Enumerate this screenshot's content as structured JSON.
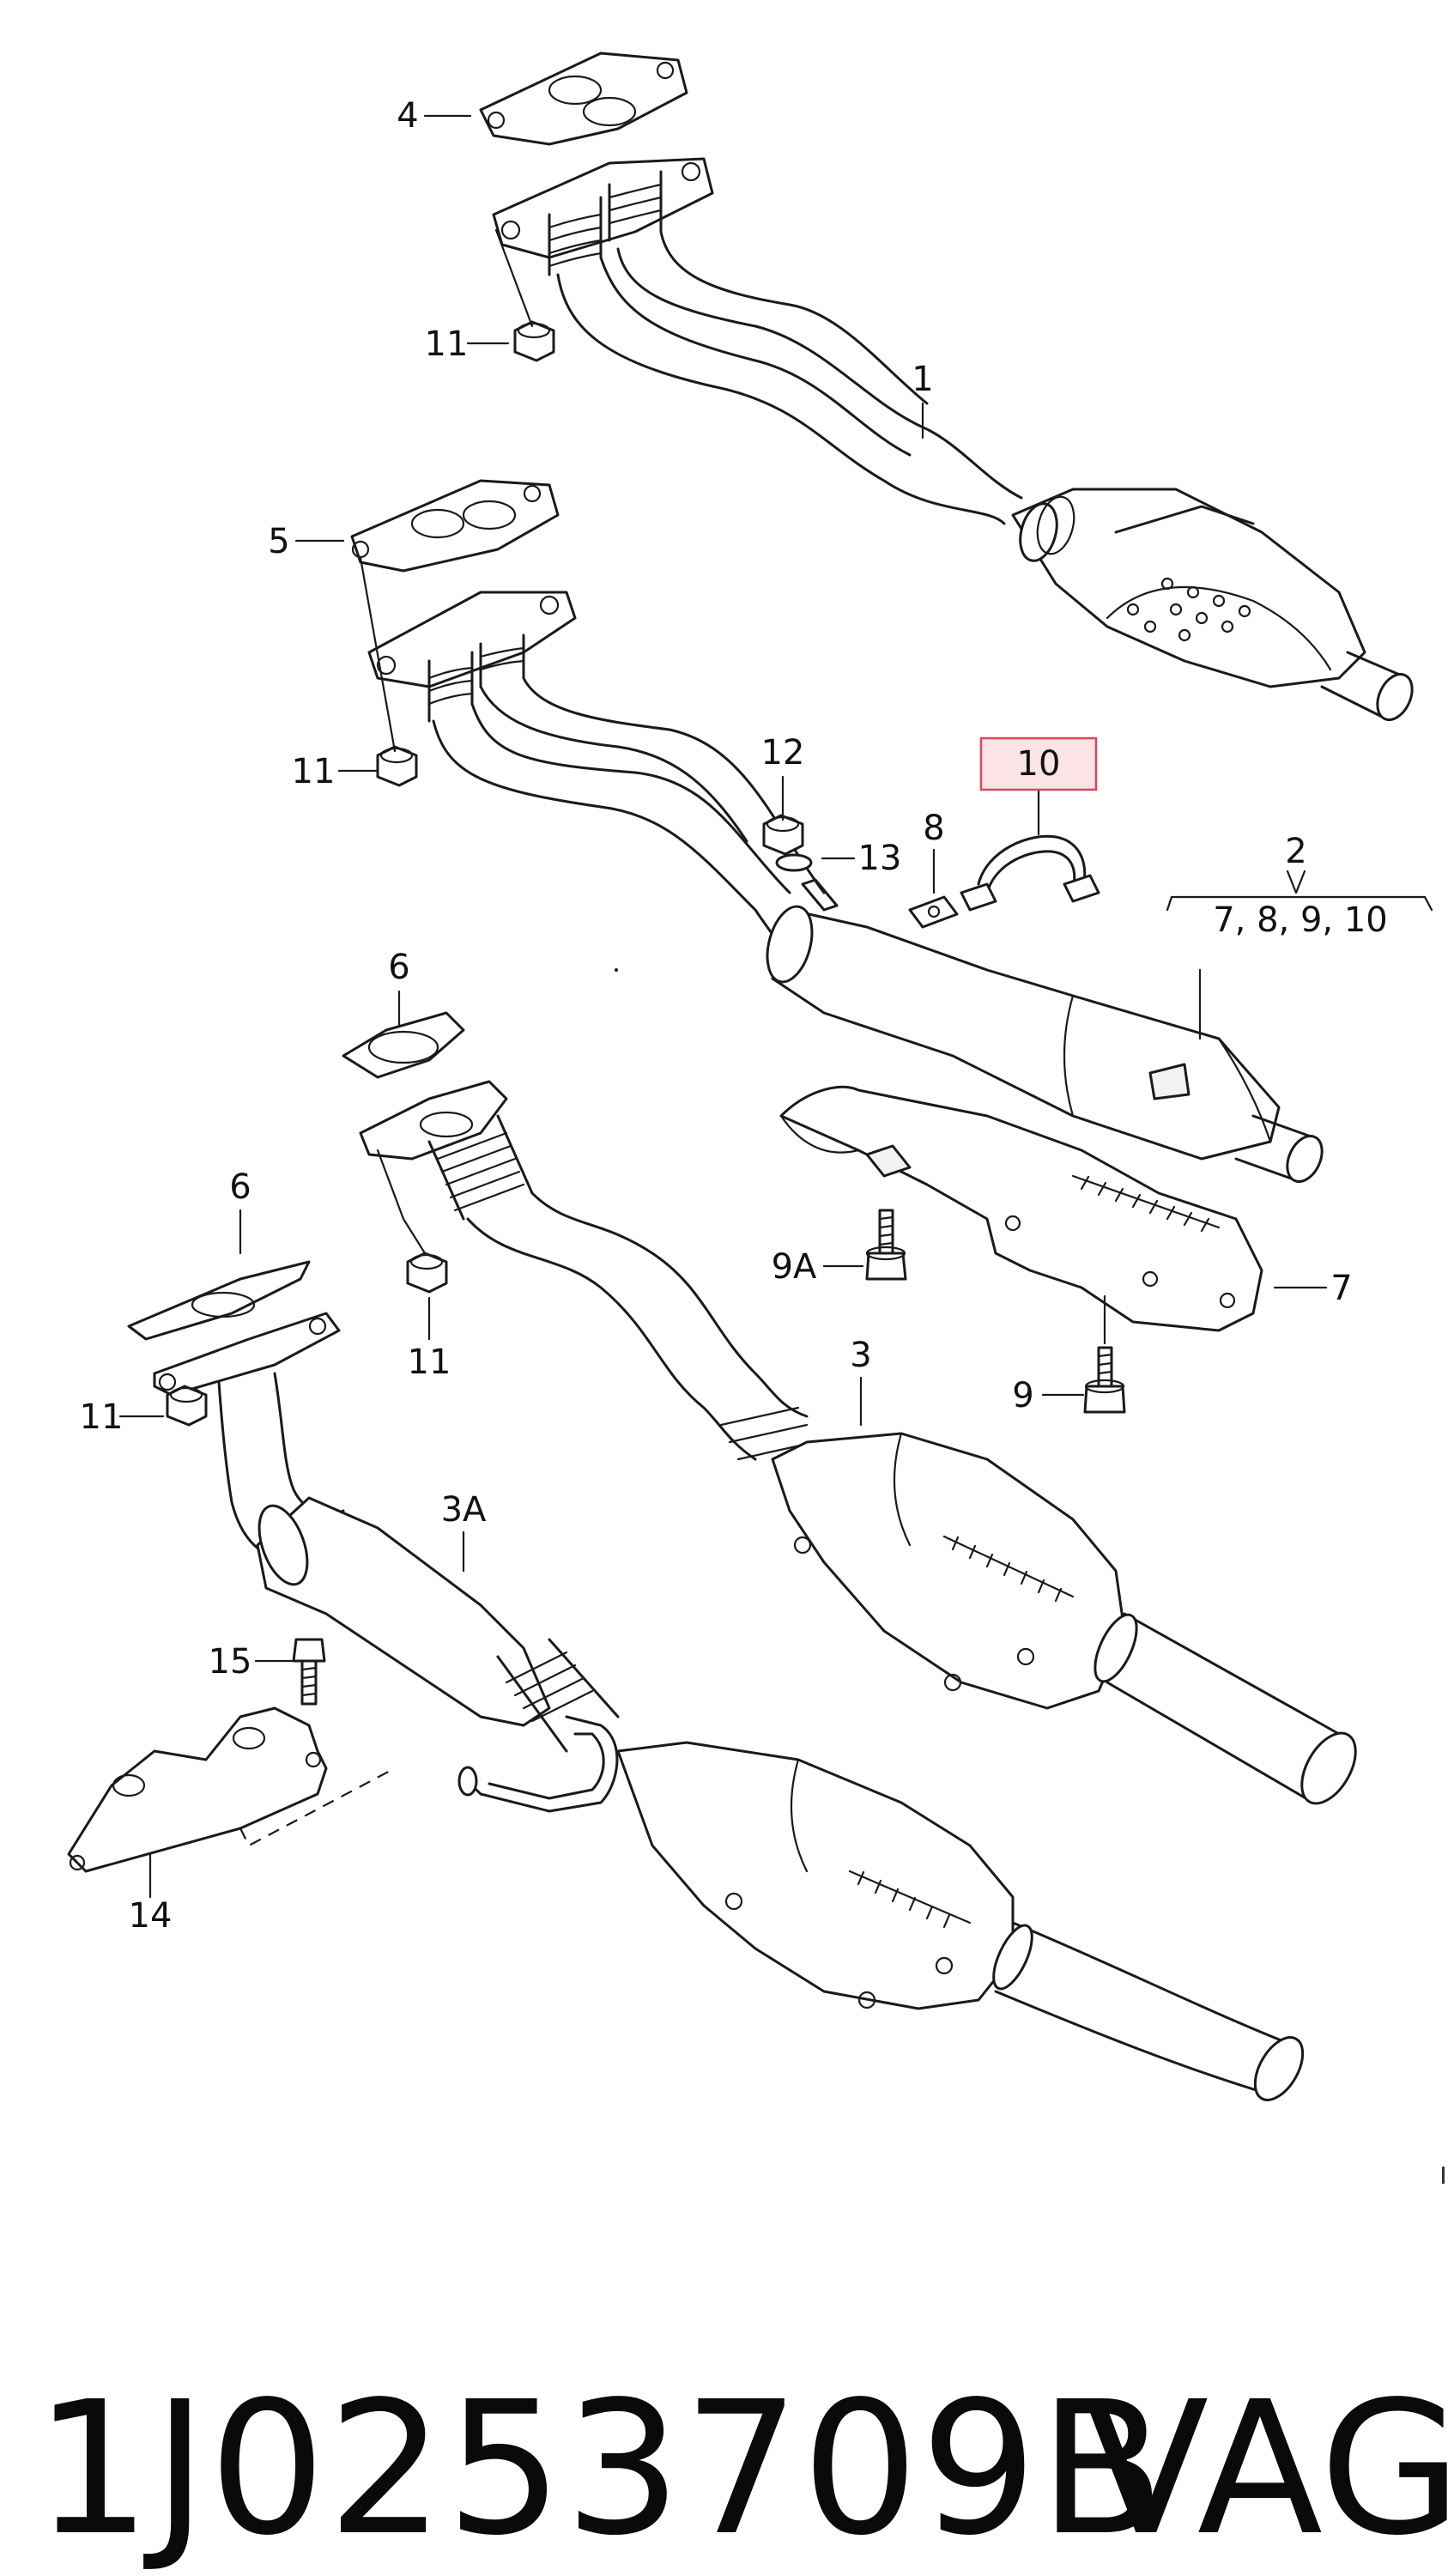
{
  "diagram": {
    "callouts": {
      "c1": "1",
      "c2": "2",
      "c2_sub": "7, 8, 9, 10",
      "c3": "3",
      "c3A": "3A",
      "c4": "4",
      "c5": "5",
      "c6a": "6",
      "c6b": "6",
      "c7": "7",
      "c8": "8",
      "c9": "9",
      "c9A": "9A",
      "c10": "10",
      "c11a": "11",
      "c11b": "11",
      "c11c": "11",
      "c11d": "11",
      "c12": "12",
      "c13": "13",
      "c14": "14",
      "c15": "15"
    },
    "highlighted_callout": "10",
    "highlight_color": "#d9475a"
  },
  "footer": {
    "part_number": "1J0253709B",
    "brand": "VAG"
  }
}
